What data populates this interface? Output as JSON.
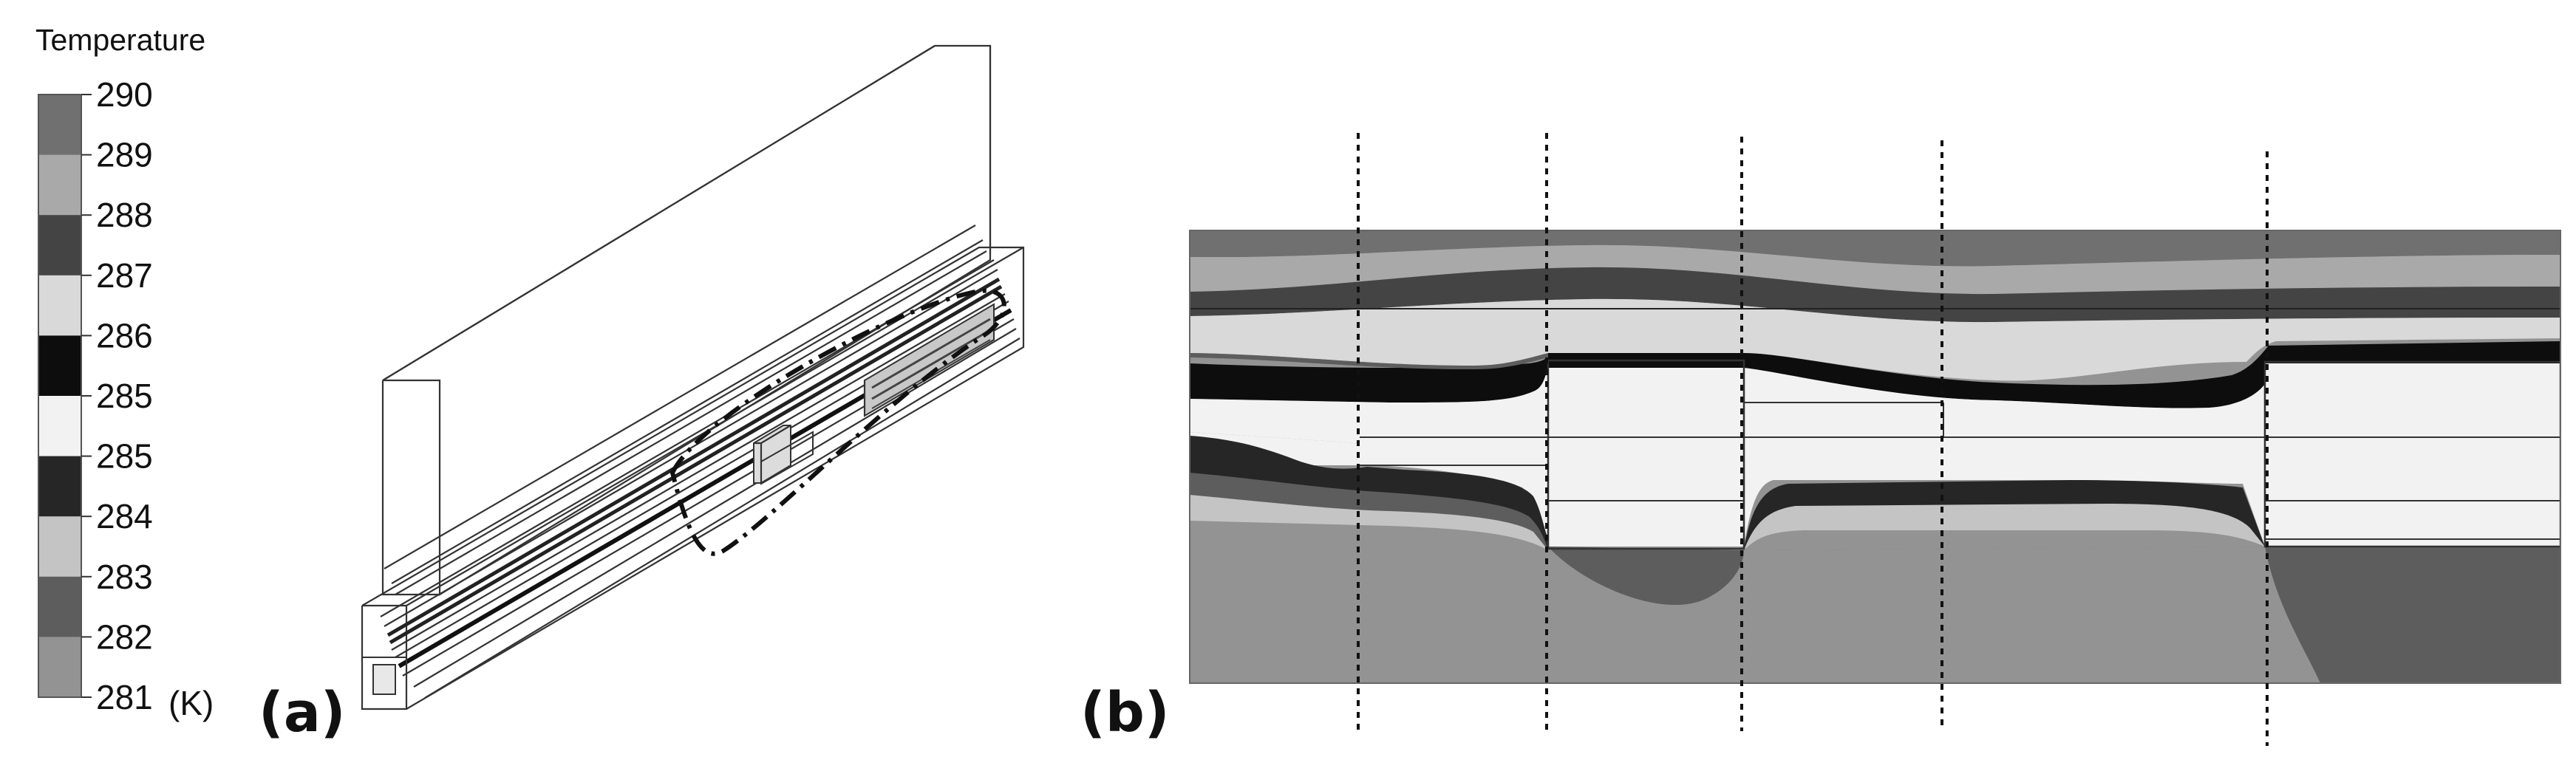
{
  "legend": {
    "title": "Temperature",
    "unit": "(K)",
    "ticks": [
      "290",
      "289",
      "288",
      "287",
      "286",
      "285",
      "285",
      "284",
      "283",
      "282",
      "281"
    ],
    "band_colors": [
      "#707070",
      "#a9a9a9",
      "#444444",
      "#d9d9d9",
      "#0d0d0d",
      "#f2f2f2",
      "#262626",
      "#c4c4c4",
      "#5d5d5d",
      "#939393"
    ]
  },
  "panels": {
    "a_label": "(a)",
    "b_label": "(b)"
  },
  "colors": {
    "grey_290": "#707070",
    "grey_289": "#a9a9a9",
    "grey_288": "#444444",
    "grey_287": "#d9d9d9",
    "black_286": "#0d0d0d",
    "white_285": "#f2f2f2",
    "dark_284": "#262626",
    "light_284": "#c4c4c4",
    "grey_283": "#5d5d5d",
    "grey_282": "#939393"
  }
}
